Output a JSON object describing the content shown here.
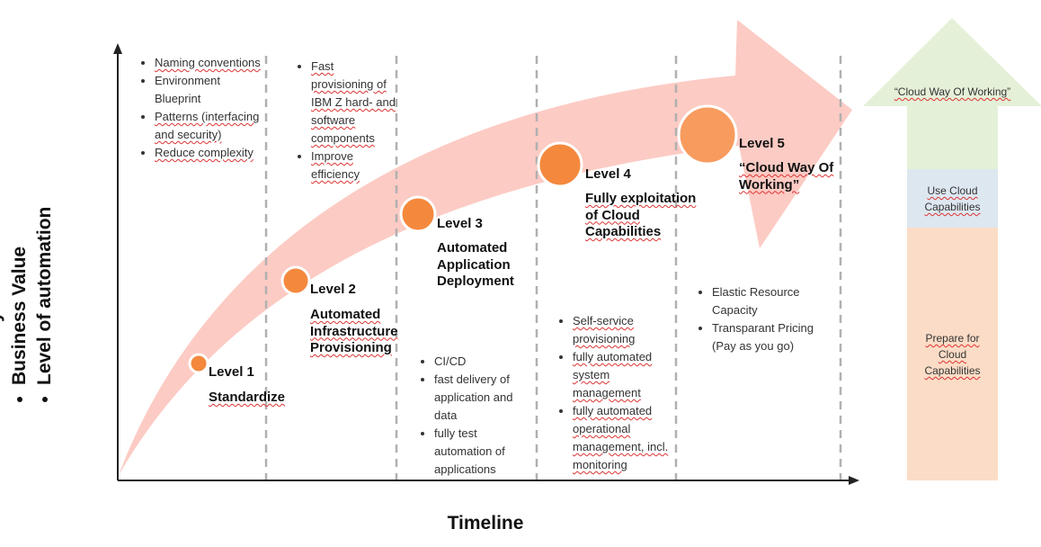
{
  "y_axis": {
    "labels": [
      "Maturity level",
      "Business Value",
      "Level of automation"
    ]
  },
  "x_axis": {
    "label": "Timeline"
  },
  "levels": [
    {
      "name": "Level 1",
      "subtitle": "Standardize",
      "bullets": [
        "Naming conventions",
        "Environment Blueprint",
        "Patterns (interfacing and security)",
        "Reduce complexity"
      ]
    },
    {
      "name": "Level 2",
      "subtitle": "Automated Infrastructure Provisioning",
      "bullets": [
        "Fast provisioning of IBM Z hard- and software components",
        "Improve efficiency"
      ]
    },
    {
      "name": "Level 3",
      "subtitle": "Automated Application Deployment",
      "bullets": [
        "CI/CD",
        "fast delivery of application and data",
        "fully test automation of applications"
      ]
    },
    {
      "name": "Level 4",
      "subtitle": "Fully exploitation of Cloud Capabilities",
      "bullets": [
        "Self-service provisioning",
        "fully automated system management",
        "fully automated operational management, incl. monitoring"
      ]
    },
    {
      "name": "Level 5",
      "subtitle": "“Cloud Way Of Working”",
      "bullets": [
        "Elastic Resource Capacity",
        "Transparant Pricing (Pay as you go)"
      ]
    }
  ],
  "side_arrow": {
    "top": "“Cloud Way Of Working”",
    "middle": "Use Cloud Capabilities",
    "bottom": "Prepare for Cloud Capabilities"
  },
  "colors": {
    "arrow": "#fccbc4",
    "circle": "#f4893e",
    "circle_large": "#f89b5e",
    "side_top": "#e5f0d8",
    "side_mid": "#dde7f0",
    "side_bottom": "#fbdcc6",
    "axis": "#222222",
    "divider": "#b0b0b0"
  }
}
